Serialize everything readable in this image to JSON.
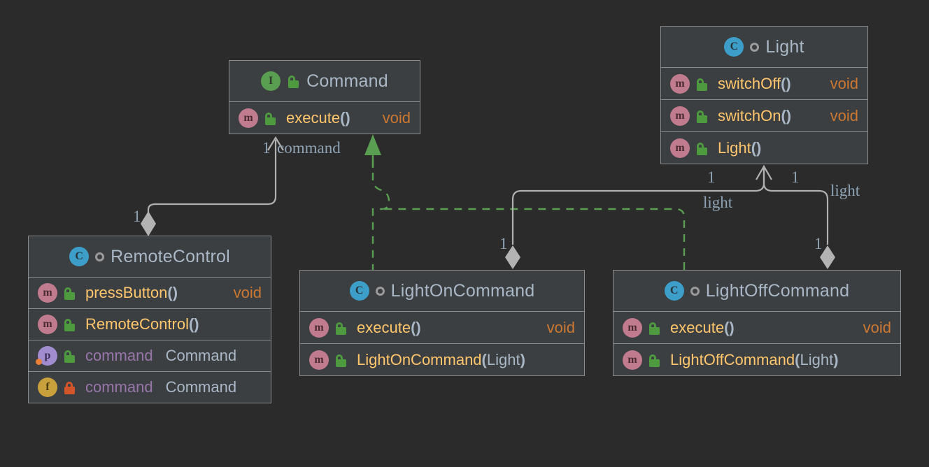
{
  "diagram": {
    "kind": "uml-class-diagram",
    "background_color": "#2b2b2b",
    "node_fill": "#3c3f41",
    "node_border": "#8b8b8b"
  },
  "classes": [
    {
      "id": "command",
      "name": "Command",
      "stereotype_icon": "interface-icon",
      "visibility_icon": "lock-open-icon",
      "members": [
        {
          "icon": "method-icon",
          "lock": "lock-open-icon",
          "name": "execute",
          "parens": "()",
          "return": "void",
          "kind": "method"
        }
      ]
    },
    {
      "id": "light",
      "name": "Light",
      "stereotype_icon": "class-icon",
      "visibility_icon": "visibility-public-icon",
      "members": [
        {
          "icon": "method-icon",
          "lock": "lock-open-icon",
          "name": "switchOff",
          "parens": "()",
          "return": "void",
          "kind": "method"
        },
        {
          "icon": "method-icon",
          "lock": "lock-open-icon",
          "name": "switchOn",
          "parens": "()",
          "return": "void",
          "kind": "method"
        },
        {
          "icon": "method-icon",
          "lock": "lock-open-icon",
          "name": "Light",
          "parens": "()",
          "return": "",
          "kind": "constructor"
        }
      ]
    },
    {
      "id": "remotecontrol",
      "name": "RemoteControl",
      "stereotype_icon": "class-icon",
      "visibility_icon": "visibility-public-icon",
      "members": [
        {
          "icon": "method-icon",
          "lock": "lock-open-icon",
          "name": "pressButton",
          "parens": "()",
          "return": "void",
          "kind": "method"
        },
        {
          "icon": "method-icon",
          "lock": "lock-open-icon",
          "name": "RemoteControl",
          "parens": "()",
          "return": "",
          "kind": "constructor"
        },
        {
          "icon": "property-icon",
          "lock": "lock-open-icon",
          "name": "command",
          "parens": "",
          "return": "",
          "type": "Command",
          "kind": "property"
        },
        {
          "icon": "field-icon",
          "lock": "lock-closed-icon",
          "name": "command",
          "parens": "",
          "return": "",
          "type": "Command",
          "kind": "field"
        }
      ]
    },
    {
      "id": "lightoncommand",
      "name": "LightOnCommand",
      "stereotype_icon": "class-icon",
      "visibility_icon": "visibility-public-icon",
      "members": [
        {
          "icon": "method-icon",
          "lock": "lock-open-icon",
          "name": "execute",
          "parens": "()",
          "return": "void",
          "kind": "method"
        },
        {
          "icon": "method-icon",
          "lock": "lock-open-icon",
          "name": "LightOnCommand",
          "parens_open": "(",
          "arg": "Light",
          "parens_close": ")",
          "return": "",
          "kind": "constructor"
        }
      ]
    },
    {
      "id": "lightoffcommand",
      "name": "LightOffCommand",
      "stereotype_icon": "class-icon",
      "visibility_icon": "visibility-public-icon",
      "members": [
        {
          "icon": "method-icon",
          "lock": "lock-open-icon",
          "name": "execute",
          "parens": "()",
          "return": "void",
          "kind": "method"
        },
        {
          "icon": "method-icon",
          "lock": "lock-open-icon",
          "name": "LightOffCommand",
          "parens_open": "(",
          "arg": "Light",
          "parens_close": ")",
          "return": "",
          "kind": "constructor"
        }
      ]
    }
  ],
  "edges": [
    {
      "id": "rc-command",
      "type": "aggregation",
      "from": "remotecontrol",
      "to": "command",
      "color": "#b0b0b0",
      "style": "solid",
      "source_mult": "1",
      "target_mult": "1",
      "role": "command"
    },
    {
      "id": "lighton-light",
      "type": "aggregation",
      "from": "lightoncommand",
      "to": "light",
      "color": "#b0b0b0",
      "style": "solid",
      "source_mult": "1",
      "target_mult": "1",
      "role": "light"
    },
    {
      "id": "lightoff-light",
      "type": "aggregation",
      "from": "lightoffcommand",
      "to": "light",
      "color": "#b0b0b0",
      "style": "solid",
      "source_mult": "1",
      "target_mult": "1",
      "role": "light"
    },
    {
      "id": "lighton-impl",
      "type": "realization",
      "from": "lightoncommand",
      "to": "command",
      "color": "#5a9e52",
      "style": "dashed"
    },
    {
      "id": "lightoff-impl",
      "type": "realization",
      "from": "lightoffcommand",
      "to": "command",
      "color": "#5a9e52",
      "style": "dashed"
    }
  ],
  "edge_labels": [
    {
      "id": "lbl-rc-src",
      "text": "1"
    },
    {
      "id": "lbl-cmd-tgt",
      "text": "1"
    },
    {
      "id": "lbl-cmd-role",
      "text": "command"
    },
    {
      "id": "lbl-on-src",
      "text": "1"
    },
    {
      "id": "lbl-on-tgt",
      "text": "1"
    },
    {
      "id": "lbl-on-role",
      "text": "light"
    },
    {
      "id": "lbl-off-src",
      "text": "1"
    },
    {
      "id": "lbl-off-tgt",
      "text": "1"
    },
    {
      "id": "lbl-off-role",
      "text": "light"
    }
  ]
}
